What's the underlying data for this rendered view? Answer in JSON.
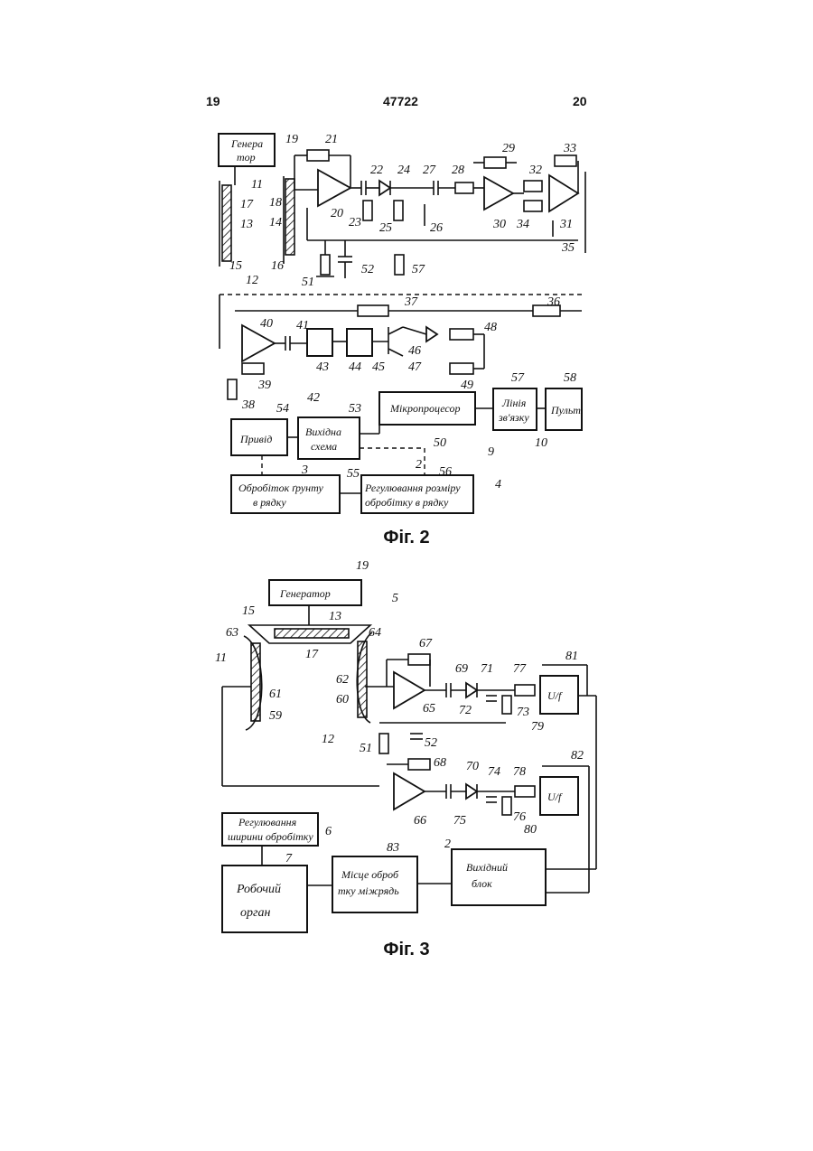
{
  "header": {
    "page_left": "19",
    "patent_number": "47722",
    "page_right": "20"
  },
  "fig2": {
    "caption": "Фіг. 2",
    "blocks": {
      "generator": [
        "Генера",
        "тор"
      ],
      "microprocessor": "Мікропроцесор",
      "comm_line": [
        "Лінія",
        "зв'язку"
      ],
      "console": "Пульт",
      "drive": "Привід",
      "output_circuit": [
        "Вихідна",
        "схема"
      ],
      "soil_processing": [
        "Обробіток ґрунту",
        "в рядку"
      ],
      "row_spacing_control": [
        "Регулювання розміру",
        "обробітку в рядку"
      ]
    },
    "refs": [
      "19",
      "21",
      "22",
      "24",
      "27",
      "28",
      "29",
      "33",
      "11",
      "17",
      "18",
      "13",
      "14",
      "20",
      "23",
      "25",
      "26",
      "30",
      "34",
      "31",
      "32",
      "35",
      "15",
      "16",
      "12",
      "51",
      "52",
      "57",
      "37",
      "36",
      "40",
      "41",
      "43",
      "44",
      "45",
      "46",
      "47",
      "48",
      "49",
      "38",
      "39",
      "42",
      "54",
      "53",
      "50",
      "57",
      "58",
      "9",
      "10",
      "2",
      "3",
      "55",
      "56",
      "4"
    ]
  },
  "fig3": {
    "caption": "Фіг. 3",
    "blocks": {
      "generator": "Генератор",
      "width_control": [
        "Регулювання",
        "ширини обробітку"
      ],
      "working_organ": [
        "Робочий",
        "орган"
      ],
      "inter_row_place": [
        "Місце оброб",
        "тку міжрядь"
      ],
      "output_block": [
        "Вихідний",
        "блок"
      ],
      "u_f": "U/f"
    },
    "refs": [
      "19",
      "5",
      "15",
      "13",
      "63",
      "64",
      "11",
      "17",
      "61",
      "62",
      "60",
      "59",
      "12",
      "67",
      "69",
      "71",
      "77",
      "81",
      "65",
      "72",
      "73",
      "79",
      "51",
      "52",
      "68",
      "70",
      "74",
      "78",
      "82",
      "66",
      "75",
      "76",
      "80",
      "6",
      "7",
      "83",
      "2"
    ]
  }
}
